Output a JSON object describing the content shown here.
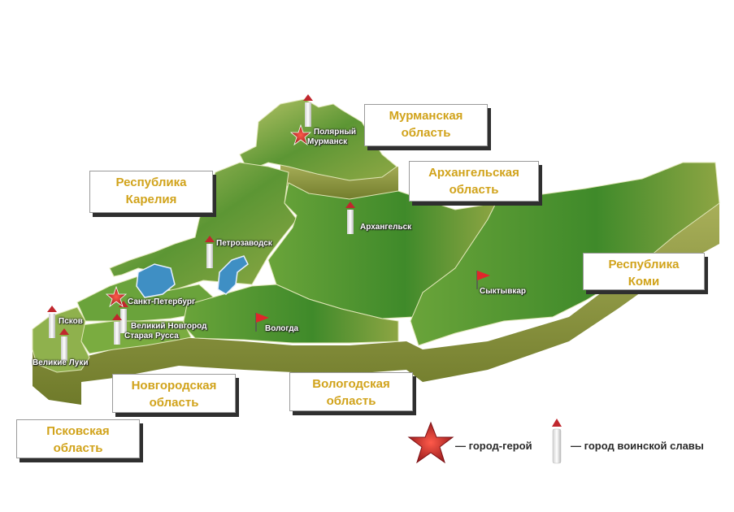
{
  "regions": {
    "murmansk": [
      "Мурманская",
      "область"
    ],
    "karelia": [
      "Республика",
      "Карелия"
    ],
    "arkhangelsk": [
      "Архангельская",
      "область"
    ],
    "komi": [
      "Республика",
      "Коми"
    ],
    "novgorod": [
      "Новгородская",
      "область"
    ],
    "vologda": [
      "Вологодская",
      "область"
    ],
    "pskov": [
      "Псковская",
      "область"
    ]
  },
  "cities": {
    "polyarny": "Полярный",
    "murmansk": "Мурманск",
    "arkhangelsk": "Архангельск",
    "petrozavodsk": "Петрозаводск",
    "syktyvkar": "Сыктывкар",
    "spb": "Санкт-Петербург",
    "pskov": "Псков",
    "velikiy_novgorod": "Великий Новгород",
    "staraya_russa": "Старая Русса",
    "vologda": "Вологда",
    "velikie_luki": "Великие Луки"
  },
  "legend": {
    "hero_city": "— город-герой",
    "military_glory_city": "— город воинской славы"
  },
  "colors": {
    "land_light": "#a9b85a",
    "land_dark": "#4f8a2c",
    "land_side": "#8d9a3e",
    "lake": "#3f8fc4",
    "label_text": "#d1a31b",
    "hero_star": "#c0272d",
    "flag": "#e0262b"
  },
  "icons": {
    "hero_city": "red-star-icon",
    "military_glory_city": "obelisk-icon",
    "capital": "red-flag-icon"
  }
}
